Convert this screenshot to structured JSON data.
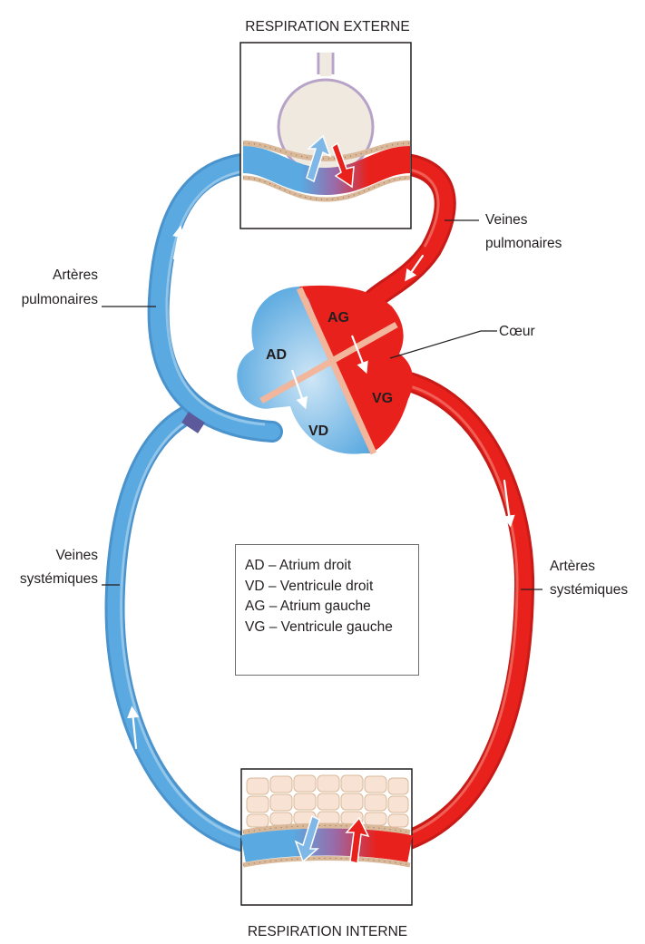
{
  "titles": {
    "top": "RESPIRATION EXTERNE",
    "bottom": "RESPIRATION INTERNE"
  },
  "labels": {
    "pulm_arteries": [
      "Artères",
      "pulmonaires"
    ],
    "pulm_veins": [
      "Veines",
      "pulmonaires"
    ],
    "heart": "Cœur",
    "syst_veins": [
      "Veines",
      "systémiques"
    ],
    "syst_arteries": [
      "Artères",
      "systémiques"
    ]
  },
  "chambers": {
    "ad": "AD",
    "vd": "VD",
    "ag": "AG",
    "vg": "VG"
  },
  "legend": [
    "AD – Atrium droit",
    "VD – Ventricule droit",
    "AG – Atrium gauche",
    "VG – Ventricule gauche"
  ],
  "colors": {
    "deoxygenated": "#5aa9e0",
    "oxygenated": "#e8211d",
    "septum": "#f2b69c",
    "alveolus": "#efe9e0",
    "tissue": "#f7e2d3",
    "mixing": "#8f6aa5"
  }
}
